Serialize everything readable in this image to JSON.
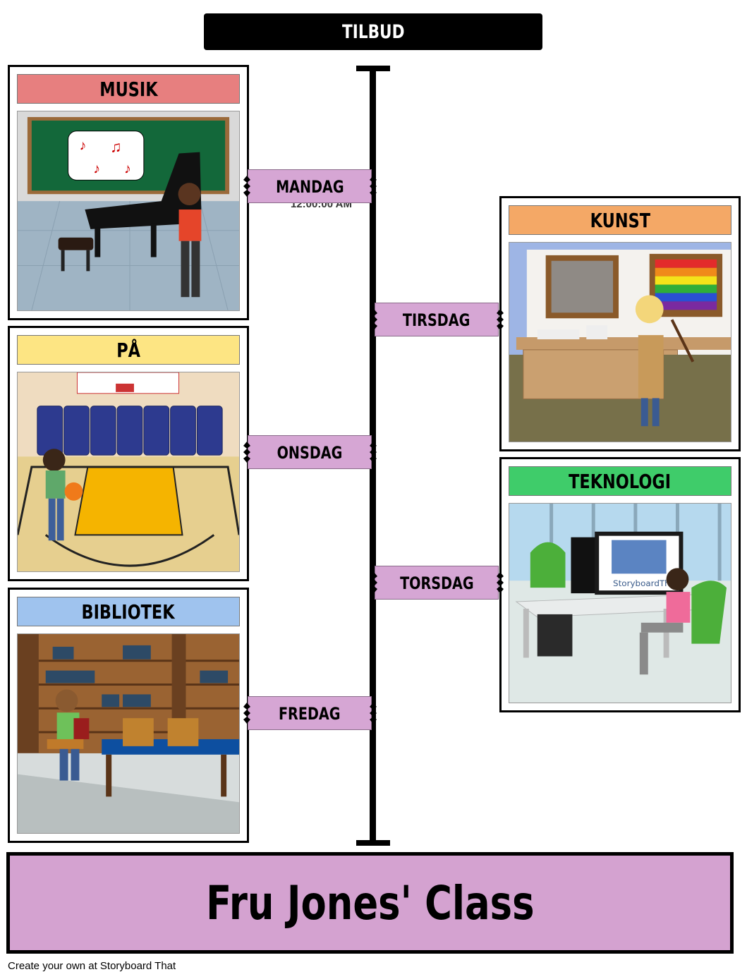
{
  "header": {
    "title": "TILBUD"
  },
  "panels": {
    "musik": {
      "title": "MUSIK",
      "color": "#e77f7f"
    },
    "paa": {
      "title": "PÅ",
      "color": "#fde583"
    },
    "bibliotek": {
      "title": "BIBLIOTEK",
      "color": "#9fc3ee"
    },
    "kunst": {
      "title": "KUNST",
      "color": "#f4a866"
    },
    "teknologi": {
      "title": "TEKNOLOGI",
      "color": "#3fcc6a"
    }
  },
  "days": {
    "mandag": "MANDAG",
    "tirsdag": "TIRSDAG",
    "onsdag": "ONSDAG",
    "torsdag": "TORSDAG",
    "fredag": "FREDAG"
  },
  "mandag_underlay": "12:00:00 AM",
  "screen_brand": "StoryboardThat",
  "footer": {
    "title": "Fru Jones' Class",
    "credit": "Create your own at Storyboard That"
  },
  "colors": {
    "timeline": "#000000",
    "day_label": "#d6a6d4",
    "footer_box": "#d4a2d0"
  }
}
